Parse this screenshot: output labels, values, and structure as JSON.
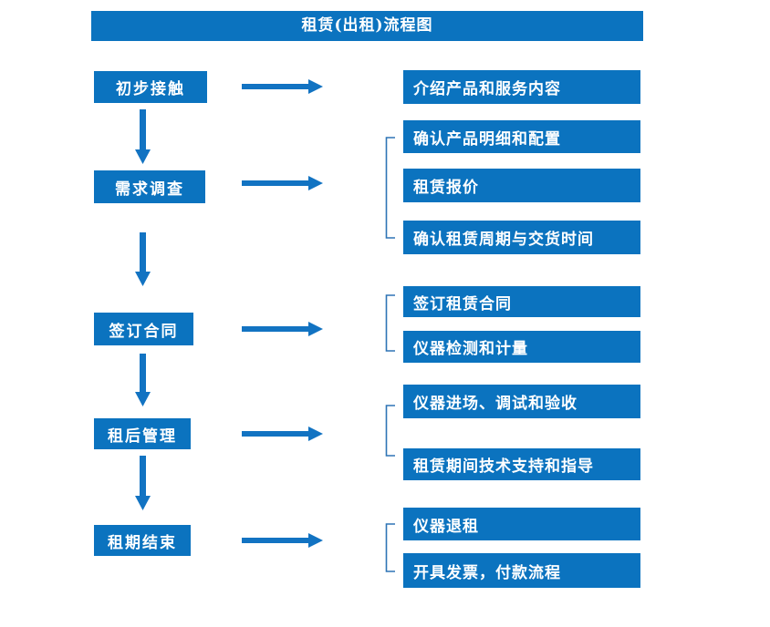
{
  "title": "租赁(出租)流程图",
  "colors": {
    "box_fill": "#0b73bf",
    "arrow": "#1273c2",
    "bracket": "#2e74b5",
    "box_text": "#ffffff",
    "background": "#ffffff"
  },
  "flow": {
    "left_steps": [
      {
        "label": "初步接触"
      },
      {
        "label": "需求调查"
      },
      {
        "label": "签订合同"
      },
      {
        "label": "租后管理"
      },
      {
        "label": "租期结束"
      }
    ],
    "right_groups": [
      {
        "source": "初步接触",
        "items": [
          "介绍产品和服务内容"
        ]
      },
      {
        "source": "需求调查",
        "items": [
          "确认产品明细和配置",
          "租赁报价",
          "确认租赁周期与交货时间"
        ]
      },
      {
        "source": "签订合同",
        "items": [
          "签订租赁合同",
          "仪器检测和计量"
        ]
      },
      {
        "source": "租后管理",
        "items": [
          "仪器进场、调试和验收",
          "租赁期间技术支持和指导"
        ]
      },
      {
        "source": "租期结束",
        "items": [
          "仪器退租",
          "开具发票，付款流程"
        ]
      }
    ]
  }
}
